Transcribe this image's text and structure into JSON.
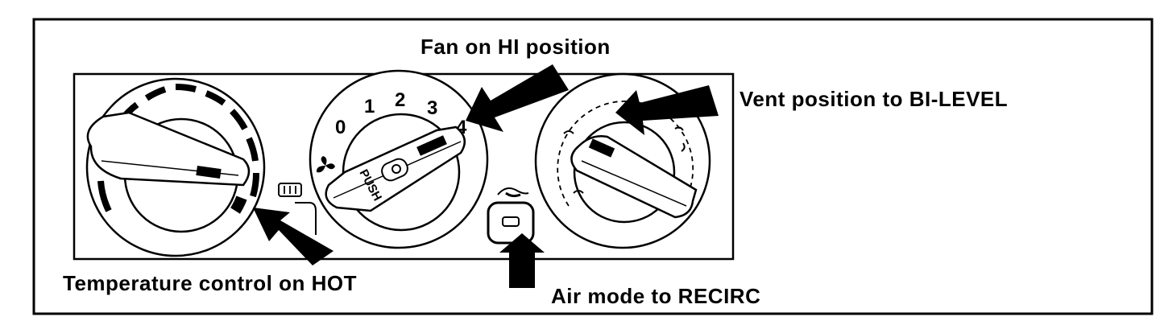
{
  "callouts": {
    "fan": "Fan on HI position",
    "vent": "Vent position to BI-LEVEL",
    "temperature": "Temperature control on HOT",
    "air_mode": "Air mode to RECIRC"
  },
  "fan_knob": {
    "speeds": [
      "0",
      "1",
      "2",
      "3",
      "4"
    ],
    "push_label": "PUSH"
  },
  "icons": {
    "fan_symbol": "fan-icon",
    "rear_defrost": "rear-defrost-icon",
    "recirc_symbol": "recirculation-icon"
  },
  "colors": {
    "ink": "#000000",
    "paper": "#ffffff"
  }
}
